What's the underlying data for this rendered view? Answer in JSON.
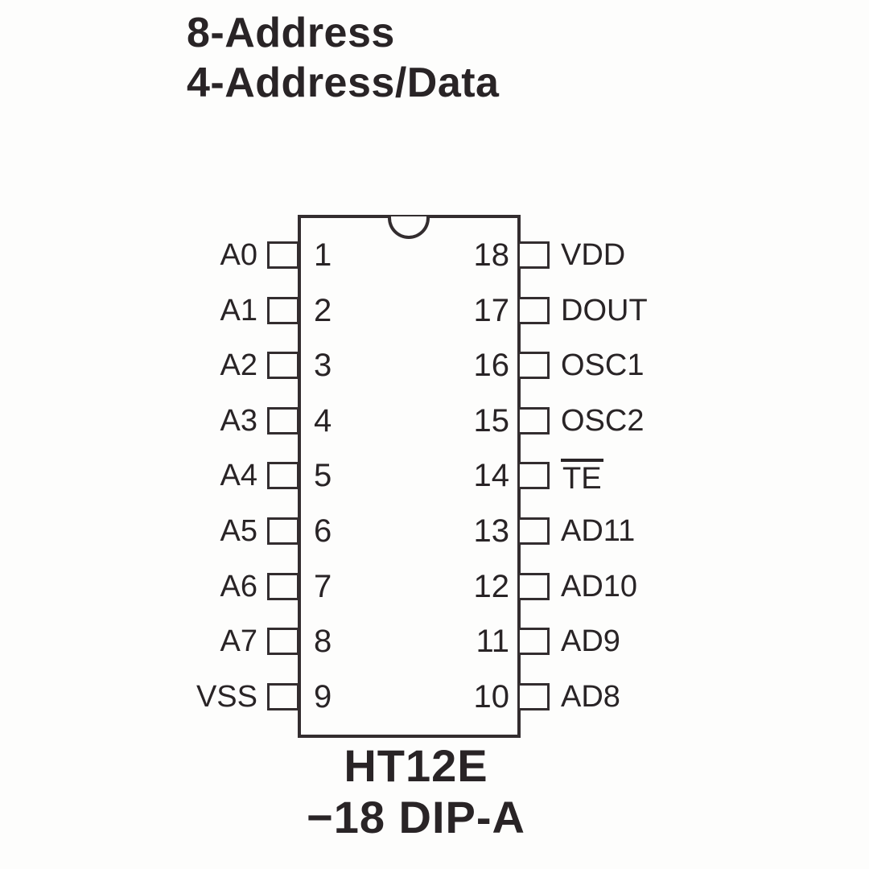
{
  "title": {
    "line1": "8-Address",
    "line2": "4-Address/Data"
  },
  "chip": {
    "part_number": "HT12E",
    "package": "−18 DIP-A",
    "left_pins": [
      {
        "number": "1",
        "label": "A0"
      },
      {
        "number": "2",
        "label": "A1"
      },
      {
        "number": "3",
        "label": "A2"
      },
      {
        "number": "4",
        "label": "A3"
      },
      {
        "number": "5",
        "label": "A4"
      },
      {
        "number": "6",
        "label": "A5"
      },
      {
        "number": "7",
        "label": "A6"
      },
      {
        "number": "8",
        "label": "A7"
      },
      {
        "number": "9",
        "label": "VSS"
      }
    ],
    "right_pins": [
      {
        "number": "18",
        "label": "VDD"
      },
      {
        "number": "17",
        "label": "DOUT"
      },
      {
        "number": "16",
        "label": "OSC1"
      },
      {
        "number": "15",
        "label": "OSC2"
      },
      {
        "number": "14",
        "label": "TE",
        "overline": true
      },
      {
        "number": "13",
        "label": "AD11"
      },
      {
        "number": "12",
        "label": "AD10"
      },
      {
        "number": "11",
        "label": "AD9"
      },
      {
        "number": "10",
        "label": "AD8"
      }
    ]
  },
  "colors": {
    "ink": "#292426",
    "line": "#332d2f",
    "background": "#fdfdfc"
  }
}
